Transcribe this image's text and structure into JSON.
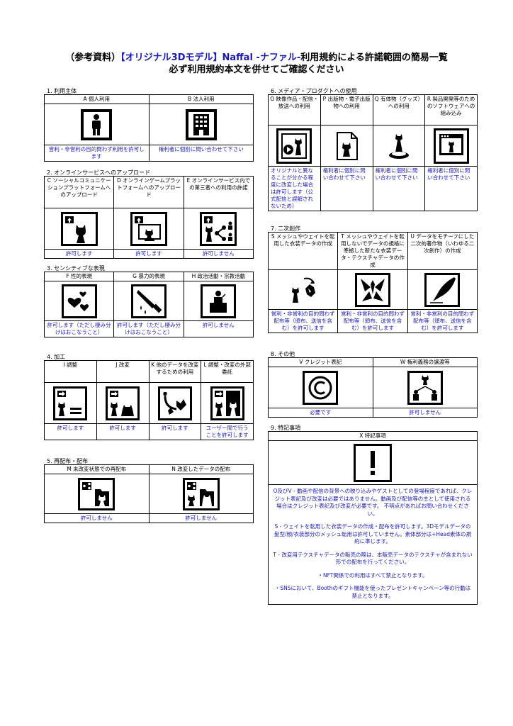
{
  "title": {
    "line1_pre": "（参考資料）",
    "line1_blue": "【オリジナル3Dモデル】Naffal -ナファル-",
    "line1_post": "利用規約による許諾範囲の簡易一覧",
    "line2": "必ず利用規約本文を併せてご確認ください"
  },
  "s1": {
    "label": "1. 利用主体",
    "cols": [
      {
        "header": "A 個人利用",
        "icon": "person-icon",
        "result": "営利・非営利の目的問わず利用を許可します"
      },
      {
        "header": "B 法人利用",
        "icon": "building-icon",
        "result": "権利者に個別に問い合わせて下さい"
      }
    ]
  },
  "s2": {
    "label": "2. オンラインサービスへのアップロード",
    "cols": [
      {
        "header": "C ソーシャルコミュニケーションプラットフォームへのアップロード",
        "icon": "upload-cat-icon",
        "result": "許可します"
      },
      {
        "header": "D オンラインゲームプラットフォームへのアップロード",
        "icon": "upload-monitor-icon",
        "result": "許可します"
      },
      {
        "header": "E オンラインサービス内での第三者への利用の許諾",
        "icon": "share-users-icon",
        "result": "許可しません"
      }
    ]
  },
  "s3": {
    "label": "3. センシティブな表現",
    "cols": [
      {
        "header": "F 性的表現",
        "icon": "hearts-icon",
        "result": "許可します（ただし棲み分けはおこなうこと）"
      },
      {
        "header": "G 暴力的表現",
        "icon": "knife-icon",
        "result": "許可します（ただし棲み分けはおこなうこと）"
      },
      {
        "header": "H 政治活動・宗教活動",
        "icon": "podium-icon",
        "result": "許可しません"
      }
    ]
  },
  "s4": {
    "label": "4. 加工",
    "cols": [
      {
        "header": "I 調整",
        "icon": "adjust-icon",
        "result": "許可します"
      },
      {
        "header": "J 改変",
        "icon": "modify-icon",
        "result": "許可します"
      },
      {
        "header": "K 他のデータを改変するための利用",
        "icon": "cut-paste-icon",
        "result": "許可します"
      },
      {
        "header": "L 調整・改変の外部委託",
        "icon": "outsource-icon",
        "result": "ユーザー間で行うことを許可します"
      }
    ]
  },
  "s5": {
    "label": "5. 再配布・配布",
    "cols": [
      {
        "header": "M 未改変状態での再配布",
        "icon": "share-folder-icon",
        "result": "許可しません"
      },
      {
        "header": "N 改変したデータの配布",
        "icon": "share-folder-modified-icon",
        "result": "許可しません"
      }
    ]
  },
  "s6": {
    "label": "6. メディア・プロダクトへの使用",
    "cols": [
      {
        "header": "O 映像作品・配信・放送への利用",
        "icon": "video-icon",
        "result": "オリジナルと異なることが分かる程度に改変した場合は許可します（公式配信と誤解されないため）"
      },
      {
        "header": "P 出版物・電子出版物への利用",
        "icon": "document-icon",
        "result": "権利者に個別に問い合わせて下さい"
      },
      {
        "header": "Q 有体物（グッズ）への利用",
        "icon": "figure-icon",
        "result": "権利者に個別に問い合わせて下さい"
      },
      {
        "header": "R 製品開発等のためのソフトウェアへの組み込み",
        "icon": "software-icon",
        "result": "権利者に個別に問い合わせて下さい"
      }
    ]
  },
  "s7": {
    "label": "7. 二次創作",
    "cols": [
      {
        "header": "S メッシュやウェイトを転用した衣装データの作成",
        "icon": "mesh-transfer-icon",
        "result": "営利・非営利の目的問わず配布等（頒布、送信を含む）を許可します"
      },
      {
        "header": "T メッシュやウェイトを転用しないでデータの規格に準拠した新たな衣装データ・テクスチャデータの作成",
        "icon": "new-outfit-icon",
        "result": "営利・非営利の目的問わず配布等（頒布、送信を含む）を許可します"
      },
      {
        "header": "U データをモチーフにした二次的著作物（いわゆる二次創作）の作成",
        "icon": "pen-icon",
        "result": "営利・非営利の目的問わず配布等（頒布、送信を含む）を許可します"
      }
    ]
  },
  "s8": {
    "label": "8. その他",
    "cols": [
      {
        "header": "V クレジット表記",
        "icon": "copyright-icon",
        "result": "必要です"
      },
      {
        "header": "W 権利義務の譲渡等",
        "icon": "transfer-rights-icon",
        "result": "許可しません"
      }
    ]
  },
  "s9": {
    "label": "9. 特記事項",
    "header": "X 特記事項",
    "icon": "exclamation-icon",
    "notes": [
      "O及びV - 動画や配信の背景への映り込みやゲストとしての登場程度であれば、クレジット表記及び改変は必要ではありません。動画及び配信等の主として使用される場合はクレジット表記及び改変が必要です。 不明点があればお問い合わせください。",
      "S - ウェイトを転用した衣装データの作成・配布を許可します。3Dモデルデータの髪型/顔/衣装部分のメッシュ転用は許可していません。素体部分は+Head素体の規約に準じます。",
      "T - 改変用テクスチャデータの販売の際は、本販売データのテクスチャが含まれない形での配布を行ってください。",
      "・NFT関係での利用はすべて禁止となります。",
      "・SNSにおいて、Boothのギフト機能を使ったプレゼントキャンペーン等の行動は禁止となります。"
    ]
  }
}
